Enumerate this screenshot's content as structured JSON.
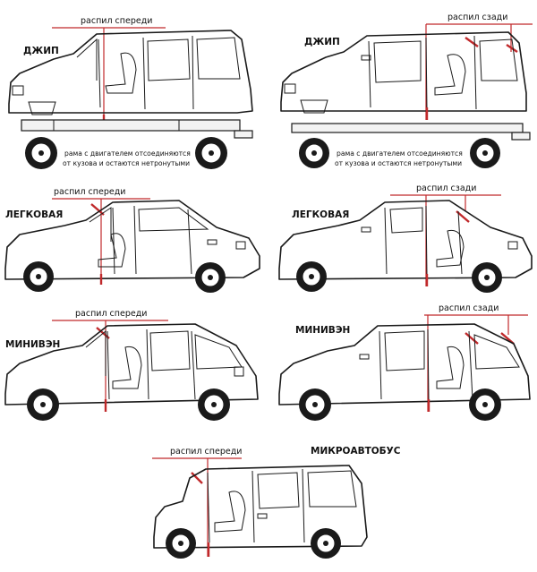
{
  "labels": {
    "cut_front": "распил спереди",
    "cut_rear": "распил сзади",
    "frame_note_1": "рама с двигателем отсоединяются",
    "frame_note_2": "от кузова и остаются нетронутыми"
  },
  "panels": [
    {
      "type_label": "ДЖИП",
      "cut": "front"
    },
    {
      "type_label": "ДЖИП",
      "cut": "rear"
    },
    {
      "type_label": "ЛЕГКОВАЯ",
      "cut": "front"
    },
    {
      "type_label": "ЛЕГКОВАЯ",
      "cut": "rear"
    },
    {
      "type_label": "МИНИВЭН",
      "cut": "front"
    },
    {
      "type_label": "МИНИВЭН",
      "cut": "rear"
    },
    {
      "type_label": "МИКРОАВТОБУС",
      "cut": "front"
    }
  ],
  "colors": {
    "cut_line": "#c0292b",
    "outline": "#1a1a1a",
    "background": "#ffffff"
  }
}
